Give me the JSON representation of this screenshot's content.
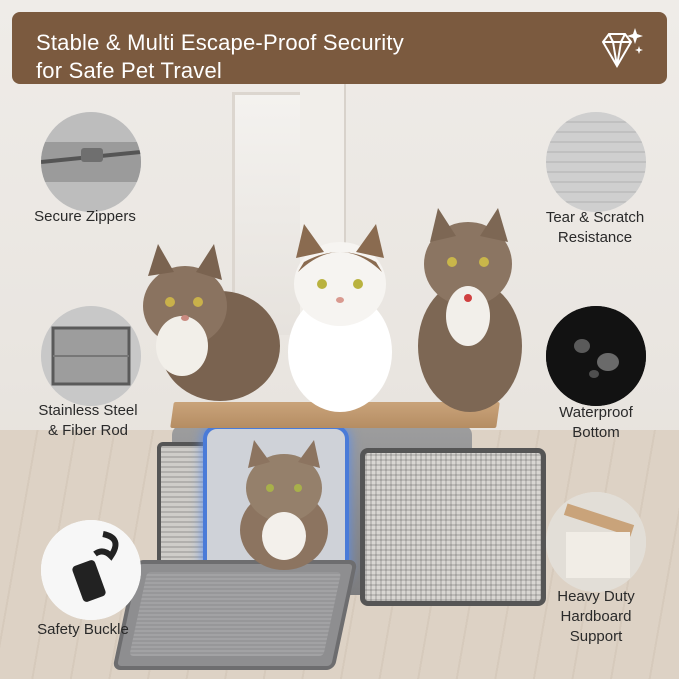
{
  "banner": {
    "line1": "Stable & Multi Escape-Proof Security",
    "line2": "for Safe Pet Travel",
    "icon": "diamond-sparkle-icon",
    "color": "#7b5a3f"
  },
  "features": {
    "secure_zippers": "Secure Zippers",
    "tear_scratch_1": "Tear & Scratch",
    "tear_scratch_2": "Resistance",
    "stainless_1": "Stainless Steel",
    "stainless_2": "& Fiber Rod",
    "waterproof_1": "Waterproof",
    "waterproof_2": "Bottom",
    "safety_buckle": "Safety Buckle",
    "hardboard_1": "Heavy Duty",
    "hardboard_2": "Hardboard",
    "hardboard_3": "Support"
  },
  "colors": {
    "glow": "#4a7bd8",
    "platform": "#c9a37a"
  }
}
